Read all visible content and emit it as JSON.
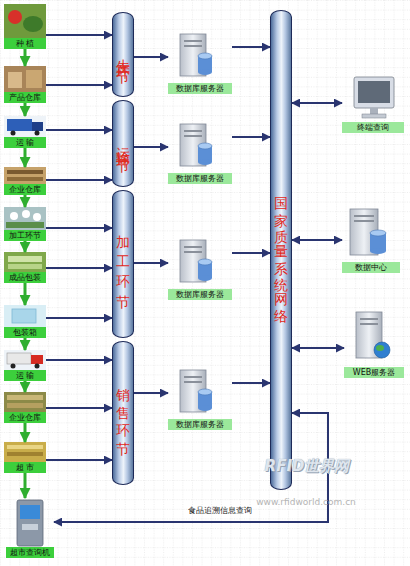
{
  "diagram": {
    "nodes": [
      {
        "text": [
          "种 植"
        ]
      },
      {
        "text": [
          "产品仓库"
        ]
      },
      {
        "text": [
          "运 输"
        ]
      },
      {
        "text": [
          "企业仓库"
        ]
      },
      {
        "text": [
          "加工环节"
        ]
      },
      {
        "text": [
          "成品包装"
        ]
      },
      {
        "text": [
          "包装箱"
        ]
      },
      {
        "text": [
          "运 输"
        ]
      },
      {
        "text": [
          "企业仓库"
        ]
      },
      {
        "text": [
          "超 市"
        ]
      },
      {
        "text": [
          "超市查询机"
        ]
      },
      {
        "text": [
          "生产环节"
        ]
      },
      {
        "text": [
          "运输环节"
        ]
      },
      {
        "text": [
          "加工环节"
        ]
      },
      {
        "text": [
          "销售环节"
        ]
      },
      {
        "text": [
          "数据库服务器"
        ]
      },
      {
        "text": [
          "数据库服务器"
        ]
      },
      {
        "text": [
          "数据库服务器"
        ]
      },
      {
        "text": [
          "数据库服务器"
        ]
      },
      {
        "text": [
          "国家质量系统网络"
        ]
      },
      {
        "text": [
          "终端查询"
        ]
      },
      {
        "text": [
          "数据中心"
        ]
      },
      {
        "text": [
          "WEB服务器"
        ]
      }
    ],
    "edges": [
      {
        "from": 0,
        "to": 1,
        "arrow": "to"
      },
      {
        "from": 1,
        "to": 2,
        "arrow": "to"
      },
      {
        "from": 2,
        "to": 3,
        "arrow": "to"
      },
      {
        "from": 3,
        "to": 4,
        "arrow": "to"
      },
      {
        "from": 4,
        "to": 5,
        "arrow": "to"
      },
      {
        "from": 5,
        "to": 6,
        "arrow": "to"
      },
      {
        "from": 6,
        "to": 7,
        "arrow": "to"
      },
      {
        "from": 7,
        "to": 8,
        "arrow": "to"
      },
      {
        "from": 8,
        "to": 9,
        "arrow": "to"
      },
      {
        "from": 9,
        "to": 10,
        "arrow": "to"
      },
      {
        "from": 0,
        "to": 11,
        "arrow": "to"
      },
      {
        "from": 1,
        "to": 11,
        "arrow": "to"
      },
      {
        "from": 2,
        "to": 12,
        "arrow": "to"
      },
      {
        "from": 3,
        "to": 12,
        "arrow": "to"
      },
      {
        "from": 4,
        "to": 13,
        "arrow": "to"
      },
      {
        "from": 5,
        "to": 13,
        "arrow": "to"
      },
      {
        "from": 6,
        "to": 13,
        "arrow": "to"
      },
      {
        "from": 7,
        "to": 14,
        "arrow": "to"
      },
      {
        "from": 8,
        "to": 14,
        "arrow": "to"
      },
      {
        "from": 9,
        "to": 14,
        "arrow": "to"
      },
      {
        "from": 11,
        "to": 15,
        "arrow": "to"
      },
      {
        "from": 12,
        "to": 16,
        "arrow": "to"
      },
      {
        "from": 13,
        "to": 17,
        "arrow": "to"
      },
      {
        "from": 14,
        "to": 18,
        "arrow": "to"
      },
      {
        "from": 15,
        "to": 19,
        "arrow": "to"
      },
      {
        "from": 16,
        "to": 19,
        "arrow": "to"
      },
      {
        "from": 17,
        "to": 19,
        "arrow": "to"
      },
      {
        "from": 18,
        "to": 19,
        "arrow": "to"
      },
      {
        "from": 19,
        "to": 20,
        "arrow": "both"
      },
      {
        "from": 19,
        "to": 21,
        "arrow": "both"
      },
      {
        "from": 19,
        "to": 22,
        "arrow": "both"
      },
      {
        "from": 19,
        "to": 10,
        "label": "食品追溯信息查询",
        "arrow": "both"
      }
    ],
    "labels": [
      "RFID世界网",
      "www.rfidworld.com.cn"
    ]
  }
}
